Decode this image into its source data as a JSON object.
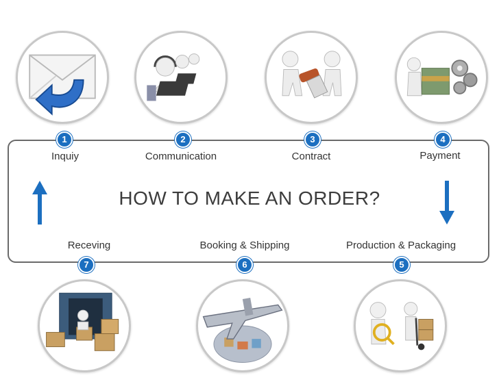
{
  "title": "HOW TO MAKE AN ORDER?",
  "colors": {
    "accent": "#1c6fc0",
    "frame": "#6a6a6a",
    "text": "#333333"
  },
  "steps": [
    {
      "number": "1",
      "label": "Inquiy",
      "icon": "envelope-reply-icon"
    },
    {
      "number": "2",
      "label": "Communication",
      "icon": "call-center-icon"
    },
    {
      "number": "3",
      "label": "Contract",
      "icon": "contract-handover-icon"
    },
    {
      "number": "4",
      "label": "Payment",
      "icon": "money-gears-icon"
    },
    {
      "number": "5",
      "label": "Production & Packaging",
      "icon": "inspection-handtruck-icon"
    },
    {
      "number": "6",
      "label": "Booking & Shipping",
      "icon": "airplane-globe-icon"
    },
    {
      "number": "7",
      "label": "Receving",
      "icon": "container-boxes-icon"
    }
  ]
}
